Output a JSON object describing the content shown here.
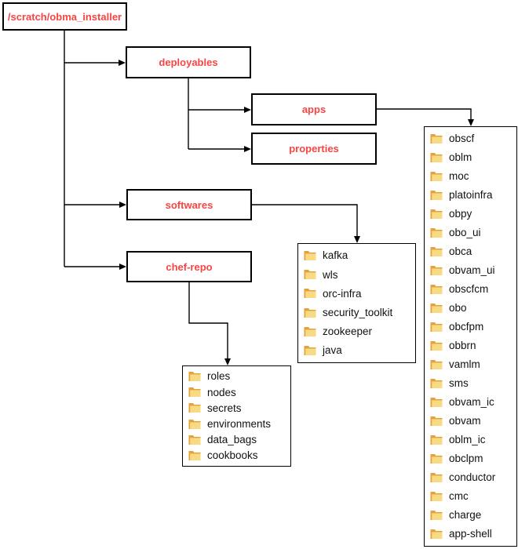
{
  "diagram": {
    "root_label": "/scratch/obma_installer",
    "boxes": {
      "deployables": "deployables",
      "apps": "apps",
      "properties": "properties",
      "softwares": "softwares",
      "chef_repo": "chef-repo"
    },
    "lists": {
      "apps_children": [
        "obscf",
        "oblm",
        "moc",
        "platoinfra",
        "obpy",
        "obo_ui",
        "obca",
        "obvam_ui",
        "obscfcm",
        "obo",
        "obcfpm",
        "obbrn",
        "vamlm",
        "sms",
        "obvam_ic",
        "obvam",
        "oblm_ic",
        "obclpm",
        "conductor",
        "cmc",
        "charge",
        "app-shell"
      ],
      "softwares_children": [
        "kafka",
        "wls",
        "orc-infra",
        "security_toolkit",
        "zookeeper",
        "java"
      ],
      "chef_repo_children": [
        "roles",
        "nodes",
        "secrets",
        "environments",
        "data_bags",
        "cookbooks"
      ]
    },
    "colors": {
      "label_text": "#fa4444",
      "line": "#000000",
      "folder_back": "#e5a23c",
      "folder_front": "#f8da82"
    }
  }
}
